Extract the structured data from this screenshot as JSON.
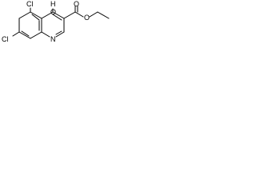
{
  "molecule": {
    "atoms": {
      "cl_top": "Cl",
      "oh_h": "H",
      "oh_o": "O",
      "cl_left": "Cl",
      "n_ring": "N",
      "o_carbonyl": "O",
      "o_ester": "O"
    }
  }
}
